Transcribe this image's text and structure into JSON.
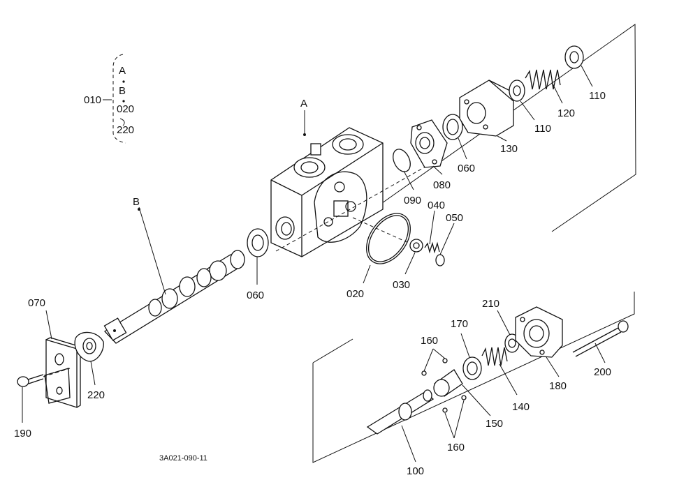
{
  "legend": {
    "root": "010",
    "items": [
      "A",
      "B",
      "020",
      "220"
    ]
  },
  "labels": {
    "A": "A",
    "B": "B",
    "p010": "010",
    "p020": "020",
    "p030": "030",
    "p040": "040",
    "p050": "050",
    "p060a": "060",
    "p060b": "060",
    "p070": "070",
    "p080": "080",
    "p090": "090",
    "p100": "100",
    "p110a": "110",
    "p110b": "110",
    "p120": "120",
    "p130": "130",
    "p140": "140",
    "p150": "150",
    "p160a": "160",
    "p160b": "160",
    "p170": "170",
    "p180": "180",
    "p190": "190",
    "p200": "200",
    "p210": "210",
    "p220": "220"
  },
  "drawing_number": "3A021-090-11"
}
